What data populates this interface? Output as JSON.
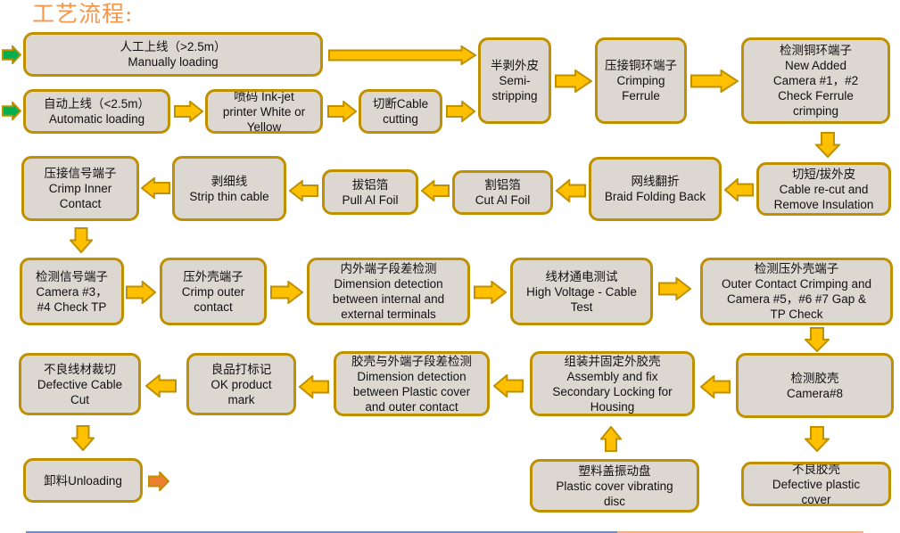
{
  "title": "工艺流程:",
  "colors": {
    "box_fill": "#ddd7d2",
    "box_border": "#bf9000",
    "arrow_fill": "#ffc000",
    "arrow_border": "#bf9000",
    "start_arrow_fill": "#00b050",
    "end_arrow_fill": "#ed7d31",
    "title": "#f79646"
  },
  "steps": {
    "manual_loading": {
      "cn": "人工上线（>2.5m）",
      "en": [
        "Manually loading"
      ]
    },
    "auto_loading": {
      "cn": "自动上线（<2.5m）",
      "en": [
        "Automatic loading"
      ]
    },
    "inkjet": {
      "cn": "喷码 Ink-jet",
      "en": [
        "printer White or",
        "Yellow"
      ]
    },
    "cable_cutting": {
      "cn": "切断Cable",
      "en": [
        "cutting"
      ]
    },
    "semi_stripping": {
      "cn": "半剥外皮",
      "en": [
        "Semi-",
        "stripping"
      ]
    },
    "crimp_ferrule": {
      "cn": "压接铜环端子",
      "en": [
        "Crimping",
        "Ferrule"
      ]
    },
    "check_ferrule": {
      "cn": "检测铜环端子",
      "en": [
        "New Added",
        "Camera #1，#2",
        "Check Ferrule",
        "crimping"
      ]
    },
    "recut": {
      "cn": "切短/拔外皮",
      "en": [
        "Cable re-cut and",
        "Remove Insulation"
      ]
    },
    "braid_fold": {
      "cn": "网线翻折",
      "en": [
        "Braid Folding Back"
      ]
    },
    "cut_foil": {
      "cn": "割铝箔",
      "en": [
        "Cut Al Foil"
      ]
    },
    "pull_foil": {
      "cn": "拔铝箔",
      "en": [
        "Pull Al Foil"
      ]
    },
    "strip_thin": {
      "cn": "剥细线",
      "en": [
        "Strip thin cable"
      ]
    },
    "crimp_inner": {
      "cn": "压接信号端子",
      "en": [
        "Crimp Inner",
        "Contact"
      ]
    },
    "check_inner": {
      "cn": "检测信号端子",
      "en": [
        "Camera #3，",
        "#4  Check TP"
      ]
    },
    "crimp_outer": {
      "cn": "压外壳端子",
      "en": [
        "Crimp outer",
        "contact"
      ]
    },
    "dim_inner_outer": {
      "cn": "内外端子段差检测",
      "en": [
        "Dimension detection",
        "between internal and",
        "external terminals"
      ]
    },
    "hv_test": {
      "cn": "线材通电测试",
      "en": [
        "High Voltage - Cable",
        "Test"
      ]
    },
    "check_outer": {
      "cn": "检测压外壳端子",
      "en": [
        "Outer Contact Crimping and",
        "Camera #5，#6  #7 Gap &",
        "TP  Check"
      ]
    },
    "check_housing": {
      "cn": "检测胶壳",
      "en": [
        "Camera#8"
      ]
    },
    "assembly": {
      "cn": "组装并固定外胶壳",
      "en": [
        "Assembly and fix",
        "Secondary Locking for",
        "Housing"
      ]
    },
    "dim_plastic": {
      "cn": "胶壳与外端子段差检测",
      "en": [
        "Dimension detection",
        "between Plastic cover",
        "and outer contact"
      ]
    },
    "ok_mark": {
      "cn": "良品打标记",
      "en": [
        "OK product",
        "mark"
      ]
    },
    "defect_cable": {
      "cn": "不良线材裁切",
      "en": [
        "Defective Cable",
        "Cut"
      ]
    },
    "unloading": {
      "cn": "卸料Unloading",
      "en": []
    },
    "vibrating_disc": {
      "cn": "塑料盖振动盘",
      "en": [
        "Plastic cover vibrating",
        "disc"
      ]
    },
    "defect_plastic": {
      "cn": "不良胶壳",
      "en": [
        "Defective plastic",
        "cover"
      ]
    }
  }
}
